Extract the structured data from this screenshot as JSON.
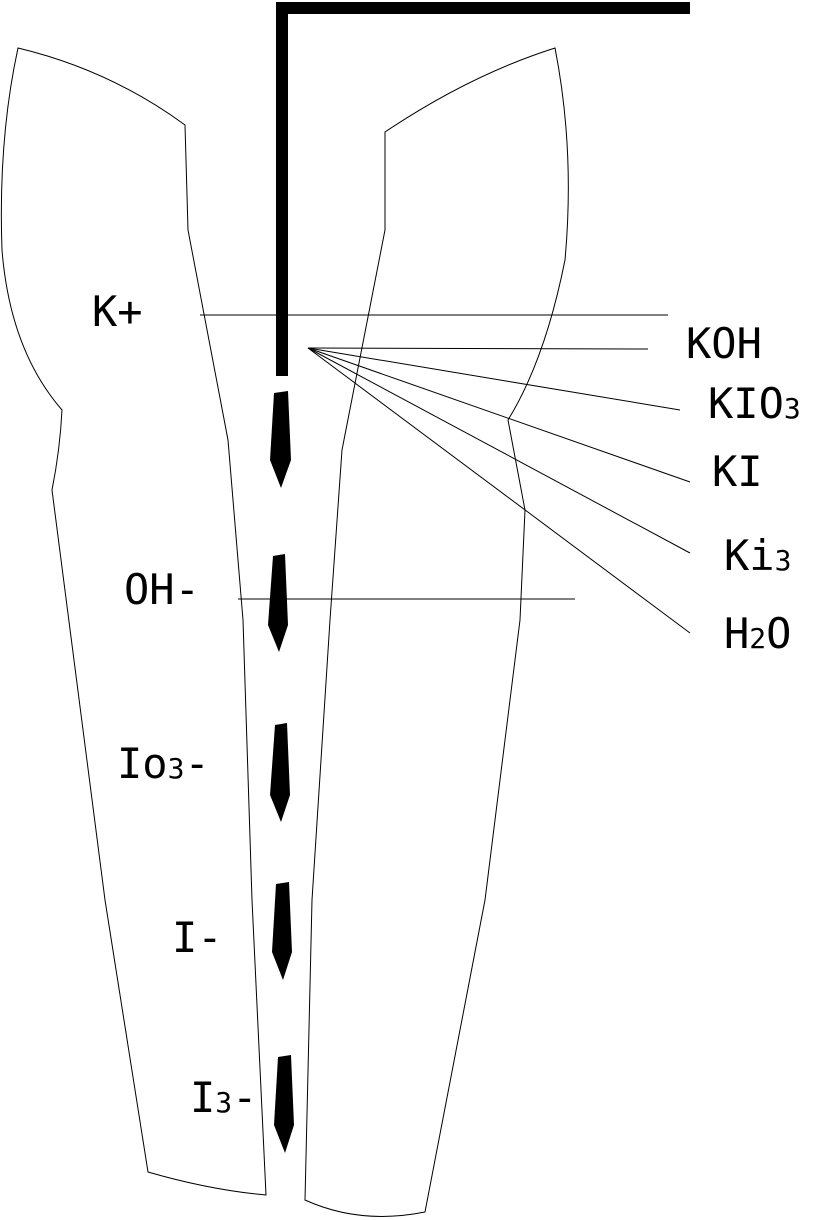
{
  "diagram": {
    "ions": [
      {
        "main": "K+",
        "sub": "",
        "tail": ""
      },
      {
        "main": "OH-",
        "sub": "",
        "tail": ""
      },
      {
        "main": "Io",
        "sub": "3",
        "tail": "-"
      },
      {
        "main": "I-",
        "sub": "",
        "tail": ""
      },
      {
        "main": "I",
        "sub": "3",
        "tail": "-"
      }
    ],
    "compounds": [
      {
        "main": "KOH",
        "sub": "",
        "tail": ""
      },
      {
        "main": "KIO",
        "sub": "3",
        "tail": ""
      },
      {
        "main": "KI",
        "sub": "",
        "tail": ""
      },
      {
        "main": "Ki",
        "sub": "3",
        "tail": ""
      },
      {
        "main": "H",
        "sub": "2",
        "tail": "O"
      }
    ],
    "colors": {
      "ink": "#000000",
      "background": "#ffffff"
    }
  }
}
